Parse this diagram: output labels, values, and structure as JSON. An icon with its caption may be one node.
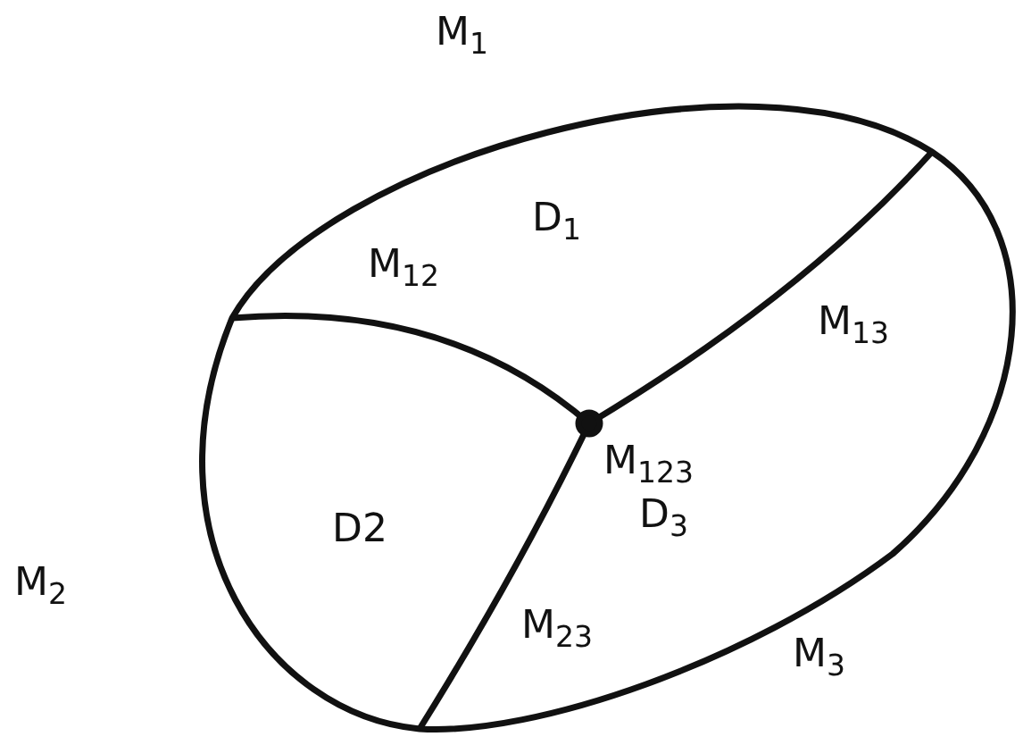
{
  "diagram": {
    "labels": [
      "M$_{1}$",
      "D$_{1}$",
      "M$_{12}$",
      "M$_{13}$",
      "M$_{123}$",
      "D2",
      "D$_{3}$",
      "M$_{2}$",
      "M$_{23}$",
      "M$_{3}$"
    ]
  }
}
